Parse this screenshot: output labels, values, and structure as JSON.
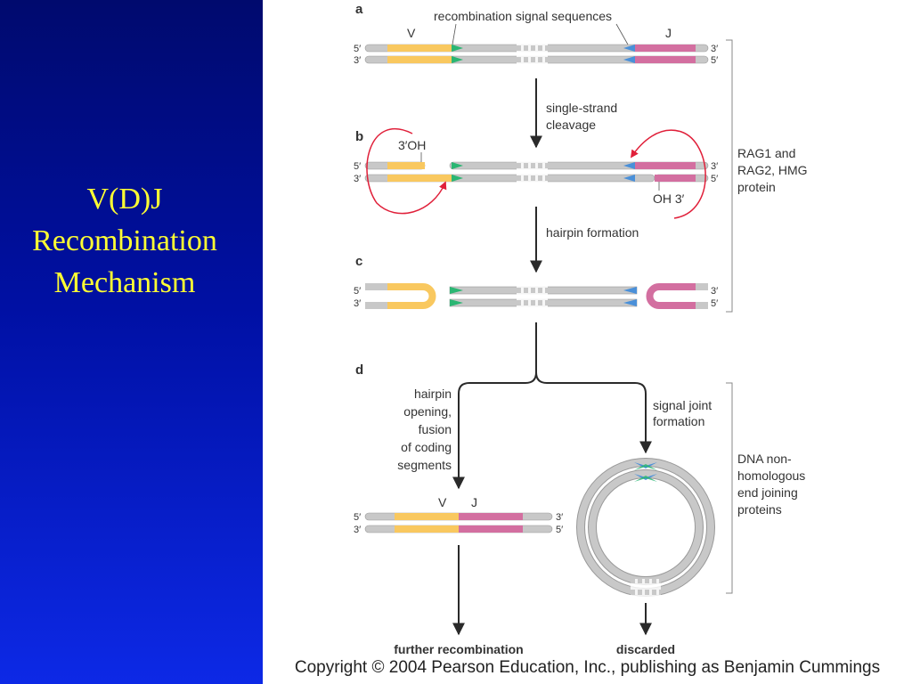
{
  "slide": {
    "title_lines": [
      "V(D)J",
      "Recombination",
      "Mechanism"
    ]
  },
  "figure": {
    "panel_labels": [
      "a",
      "b",
      "c",
      "d"
    ],
    "rss_label": "recombination signal sequences",
    "segment_v": "V",
    "segment_j": "J",
    "end_5": "5′",
    "end_3": "3′",
    "oh_left": "3′OH",
    "oh_right": "OH 3′",
    "step_cleavage": [
      "single-strand",
      "cleavage"
    ],
    "step_hairpin": "hairpin formation",
    "step_opening": [
      "hairpin",
      "opening,",
      "fusion",
      "of coding",
      "segments"
    ],
    "step_signal_joint": [
      "signal joint",
      "formation"
    ],
    "enzyme_rag": [
      "RAG1 and",
      "RAG2, HMG",
      "protein"
    ],
    "enzyme_nhej": [
      "DNA non-",
      "homologous",
      "end joining",
      "proteins"
    ],
    "outcome_left": "further recombination",
    "outcome_right": "discarded",
    "copyright": "Copyright © 2004 Pearson Education, Inc., publishing as Benjamin Cummings"
  },
  "colors": {
    "v_segment": "#f9c85f",
    "j_segment": "#d36fa0",
    "rss_green": "#2bb673",
    "rss_blue": "#4a90d9",
    "dna_gray": "#c8c8c8",
    "arrow_red": "#e0203a",
    "background_top": "#000a6e",
    "title_yellow": "#ffff33"
  }
}
